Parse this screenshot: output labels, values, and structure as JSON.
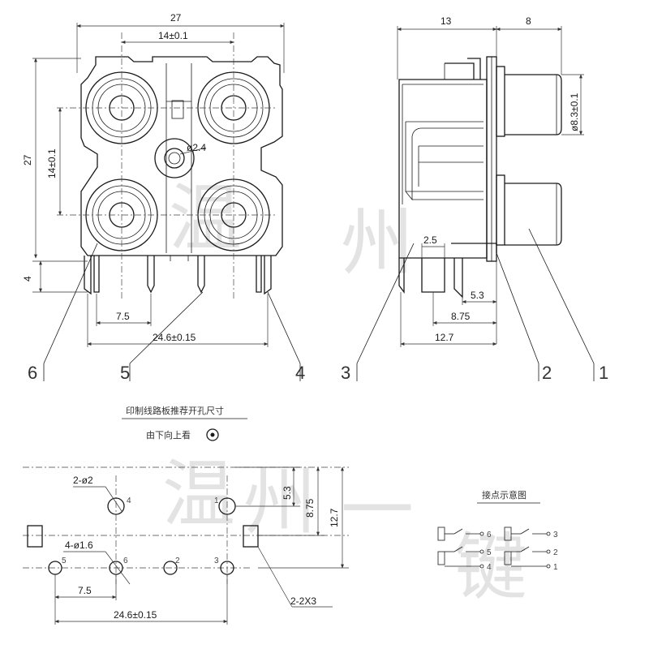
{
  "watermark": {
    "text_1": "温",
    "text_2": "州",
    "text_3": "一",
    "text_4": "键"
  },
  "front_view": {
    "dim_width": "27",
    "dim_spacing_h": "14±0.1",
    "dim_height": "27",
    "dim_spacing_v": "14±0.1",
    "dim_center_hole": "ø2.4",
    "dim_pin_length": "4",
    "dim_pin_pitch": "7.5",
    "dim_pin_span": "24.6±0.15"
  },
  "side_view": {
    "dim_body_depth": "13",
    "dim_jack_length": "8",
    "dim_jack_diameter": "ø8.3±0.1",
    "dim_offset_a": "2.5",
    "dim_offset_b": "5.3",
    "dim_offset_c": "8.75",
    "dim_offset_d": "12.7"
  },
  "callouts": {
    "c1": "1",
    "c2": "2",
    "c3": "3",
    "c4": "4",
    "c5": "5",
    "c6": "6"
  },
  "pcb_layout": {
    "title": "印制线路板推荐开孔尺寸",
    "subtitle": "由下向上看",
    "dim_hole_a": "2-ø2",
    "dim_hole_b": "4-ø1.6",
    "dim_slot": "2-2X3",
    "dim_v1": "5.3",
    "dim_v2": "8.75",
    "dim_v3": "12.7",
    "dim_pitch": "7.5",
    "dim_span": "24.6±0.15",
    "hole_labels": [
      "4",
      "1",
      "5",
      "6",
      "2",
      "3"
    ]
  },
  "contact_diagram": {
    "title": "接点示意图",
    "pins": [
      "6",
      "5",
      "4",
      "3",
      "2",
      "1"
    ]
  },
  "colors": {
    "line": "#1a1a1a",
    "background": "#ffffff",
    "watermark": "#e3e3e3"
  }
}
